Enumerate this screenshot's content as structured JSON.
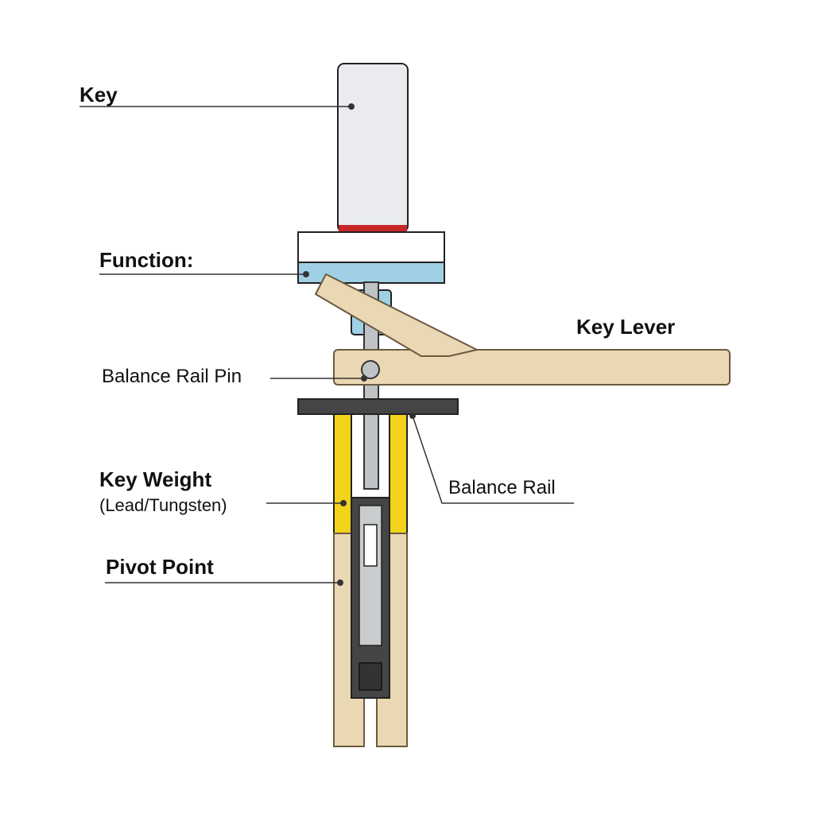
{
  "labels": {
    "key": "Key",
    "function": "Function:",
    "key_lever": "Key Lever",
    "balance_rail_pin": "Balance Rail Pin",
    "key_weight": "Key Weight",
    "key_weight_sub": "(Lead/Tungsten)",
    "balance_rail": "Balance Rail",
    "pivot_point": "Pivot Point"
  },
  "colors": {
    "wood": "#ead8b4",
    "wood_stroke": "#6b5a3e",
    "key_body": "#e9ebee",
    "key_accent": "#c62828",
    "felt_blue": "#9fd0e6",
    "weight_yellow": "#f2d21a",
    "rail_dark": "#454545",
    "pin_gray": "#bfc3c6",
    "line": "#333333"
  }
}
